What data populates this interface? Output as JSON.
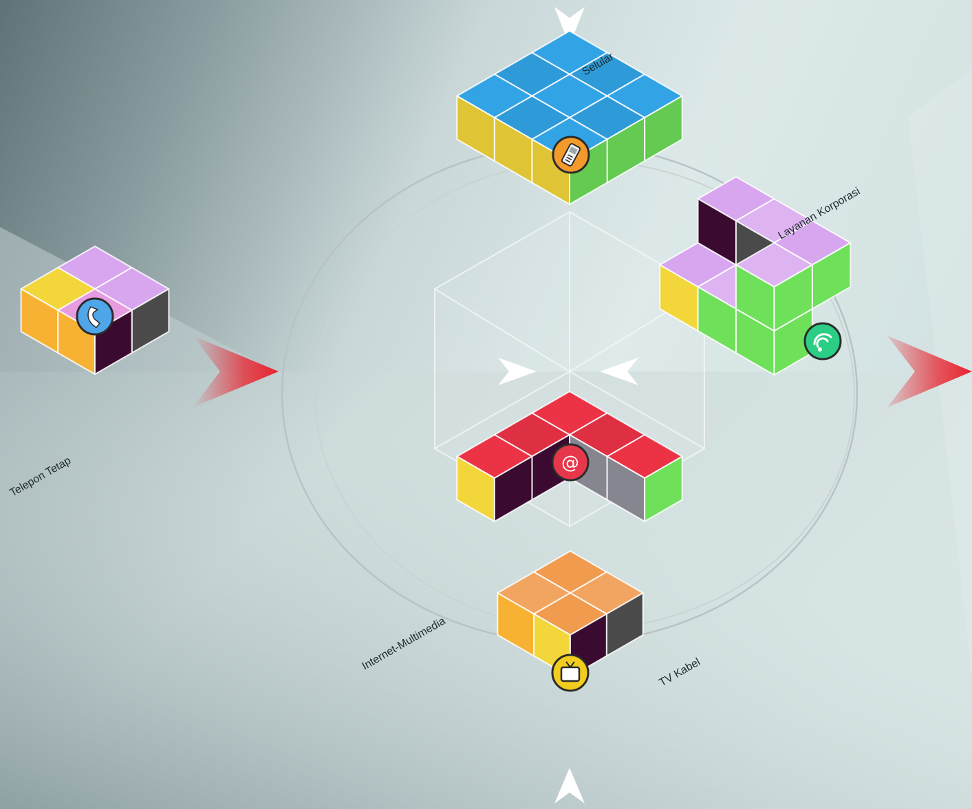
{
  "labels": {
    "selular": "Selular",
    "layanan_korporasi": "Layanan Korporasi",
    "telepon_tetap": "Telepon Tetap",
    "internet_multimedia": "Internet-Multimedia",
    "tv_kabel": "TV Kabel"
  },
  "icons": {
    "selular": "mobile-phone-icon",
    "layanan_korporasi": "wireless-signal-icon",
    "telepon_tetap": "telephone-handset-icon",
    "internet_multimedia": "at-sign-icon",
    "tv_kabel": "television-icon"
  },
  "at_symbol": "@",
  "colors": {
    "blue": "#32a4e6",
    "yellow": "#f2d63a",
    "green": "#6fe05a",
    "lilac": "#d7a6ee",
    "pink": "#e79be0",
    "orange": "#f7b234",
    "plum": "#3a0a30",
    "red": "#ec3346",
    "gray": "#868691",
    "peach": "#f09b4e",
    "charcoal": "#4a4a4a",
    "arrow_red": "#e8242f",
    "arrow_white": "#ffffff"
  }
}
